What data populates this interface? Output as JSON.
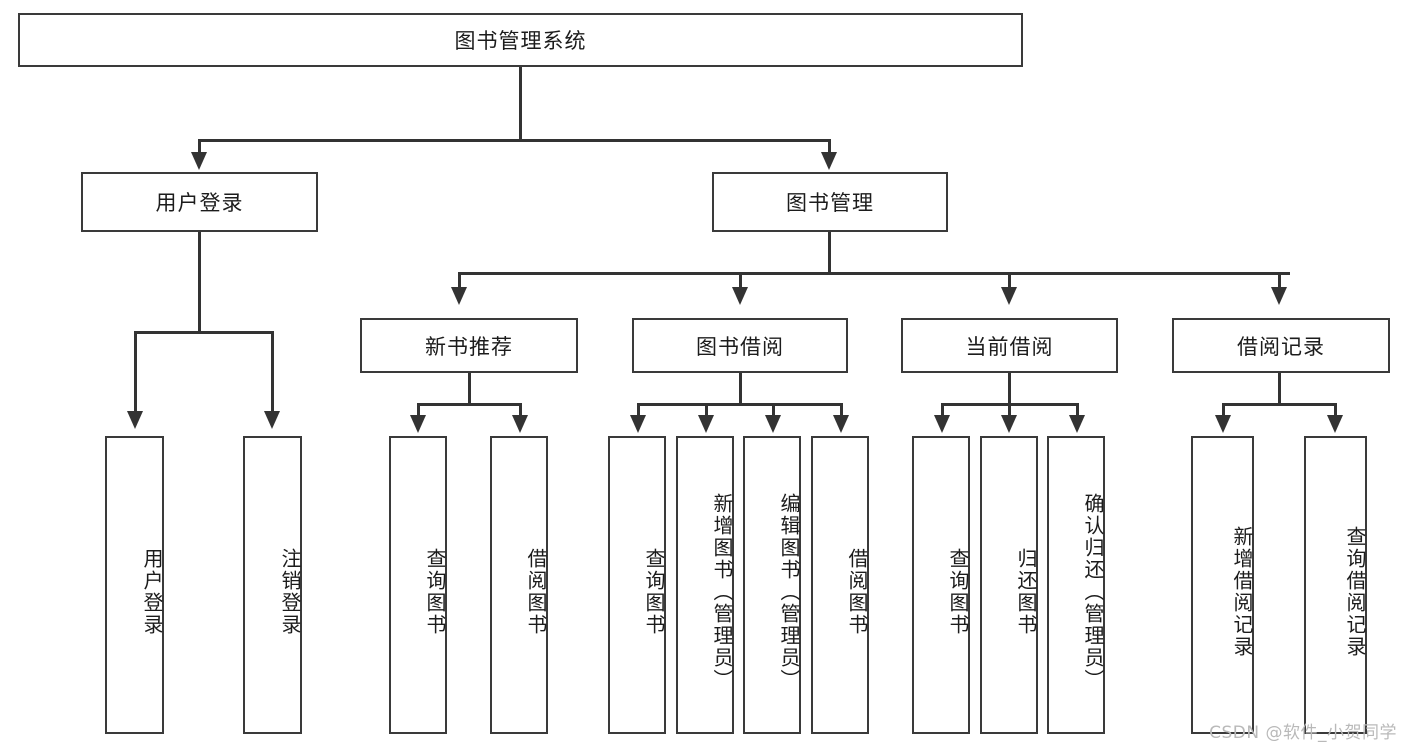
{
  "diagram": {
    "title": "图书管理系统",
    "type": "tree-hierarchy-chart",
    "root": {
      "label": "图书管理系统"
    },
    "level1": [
      {
        "label": "用户登录"
      },
      {
        "label": "图书管理"
      }
    ],
    "level2": [
      {
        "label": "新书推荐"
      },
      {
        "label": "图书借阅"
      },
      {
        "label": "当前借阅"
      },
      {
        "label": "借阅记录"
      }
    ],
    "leaves": {
      "user_login": [
        {
          "label": "用户登录"
        },
        {
          "label": "注销登录"
        }
      ],
      "new_book_recommend": [
        {
          "label": "查询图书"
        },
        {
          "label": "借阅图书"
        }
      ],
      "book_borrow": [
        {
          "label": "查询图书"
        },
        {
          "label": "新增图书（管理员）"
        },
        {
          "label": "编辑图书（管理员）"
        },
        {
          "label": "借阅图书"
        }
      ],
      "current_borrow": [
        {
          "label": "查询图书"
        },
        {
          "label": "归还图书"
        },
        {
          "label": "确认归还（管理员）"
        }
      ],
      "borrow_record": [
        {
          "label": "新增借阅记录"
        },
        {
          "label": "查询借阅记录"
        }
      ]
    }
  },
  "watermark": {
    "text": "CSDN @软件_小贺同学"
  },
  "colors": {
    "border": "#3a3a3a",
    "line": "#333333",
    "text": "#1c1c1c",
    "background": "#ffffff",
    "watermark": "#b9b9b9"
  }
}
